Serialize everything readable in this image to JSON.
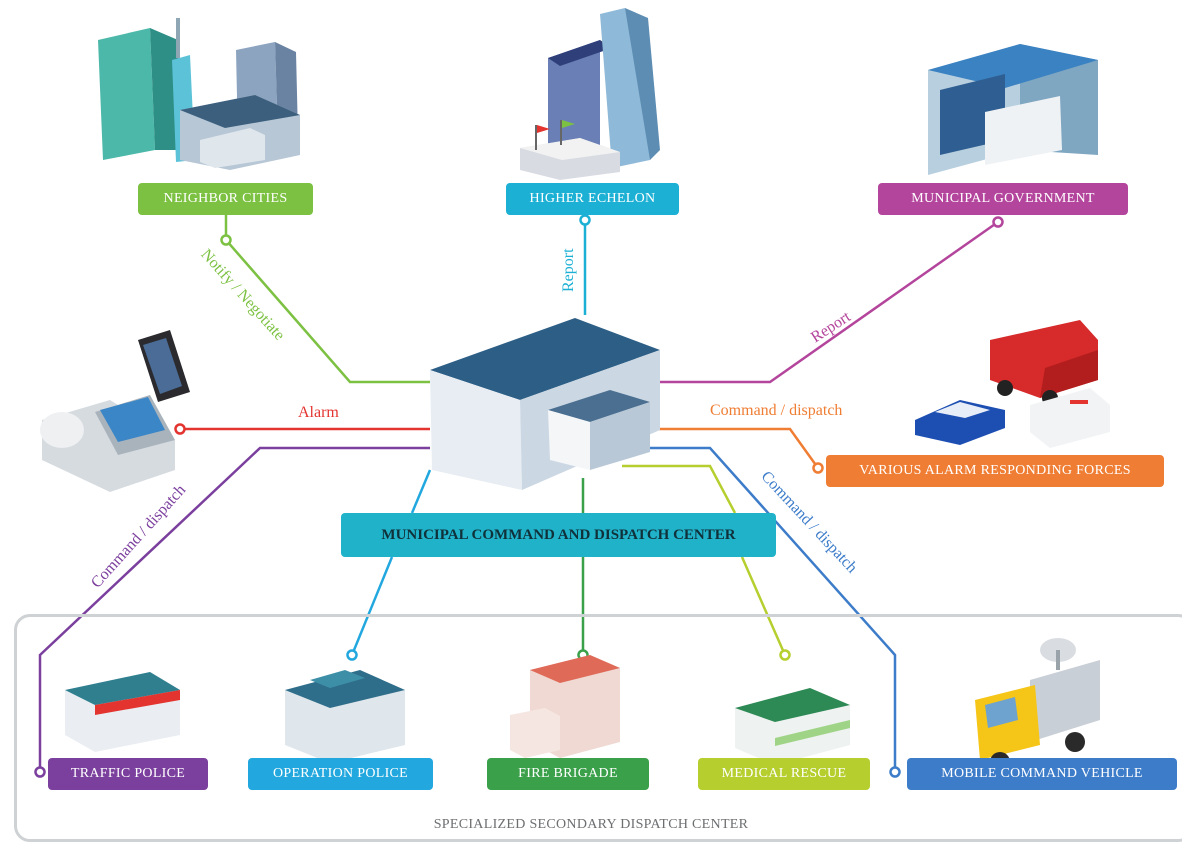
{
  "center": {
    "label": "MUNICIPAL COMMAND AND DISPATCH CENTER"
  },
  "nodes": {
    "neighbor_cities": "NEIGHBOR CITIES",
    "higher_echelon": "HIGHER ECHELON",
    "municipal_government": "MUNICIPAL GOVERNMENT",
    "alarm_forces": "VARIOUS ALARM RESPONDING FORCES",
    "traffic_police": "TRAFFIC POLICE",
    "operation_police": "OPERATION POLICE",
    "fire_brigade": "FIRE BRIGADE",
    "medical_rescue": "MEDICAL RESCUE",
    "mobile_command_vehicle": "MOBILE COMMAND VEHICLE"
  },
  "edges": {
    "neighbor": "Notify / Negotiate",
    "higher": "Report",
    "government": "Report",
    "alarm": "Alarm",
    "forces": "Command / dispatch",
    "traffic": "Command / dispatch",
    "vehicle": "Command / dispatch"
  },
  "secondary_center": {
    "label": "SPECIALIZED SECONDARY DISPATCH CENTER"
  },
  "colors": {
    "green": "#7cc142",
    "cyan": "#1bb0d4",
    "magenta": "#b4459c",
    "red": "#e3342f",
    "orange": "#ef7d33",
    "purple": "#7b3f9e",
    "sky": "#22a8de",
    "fire_green": "#3aa04a",
    "lime": "#b6cf2f",
    "blue": "#3d7cc9"
  }
}
